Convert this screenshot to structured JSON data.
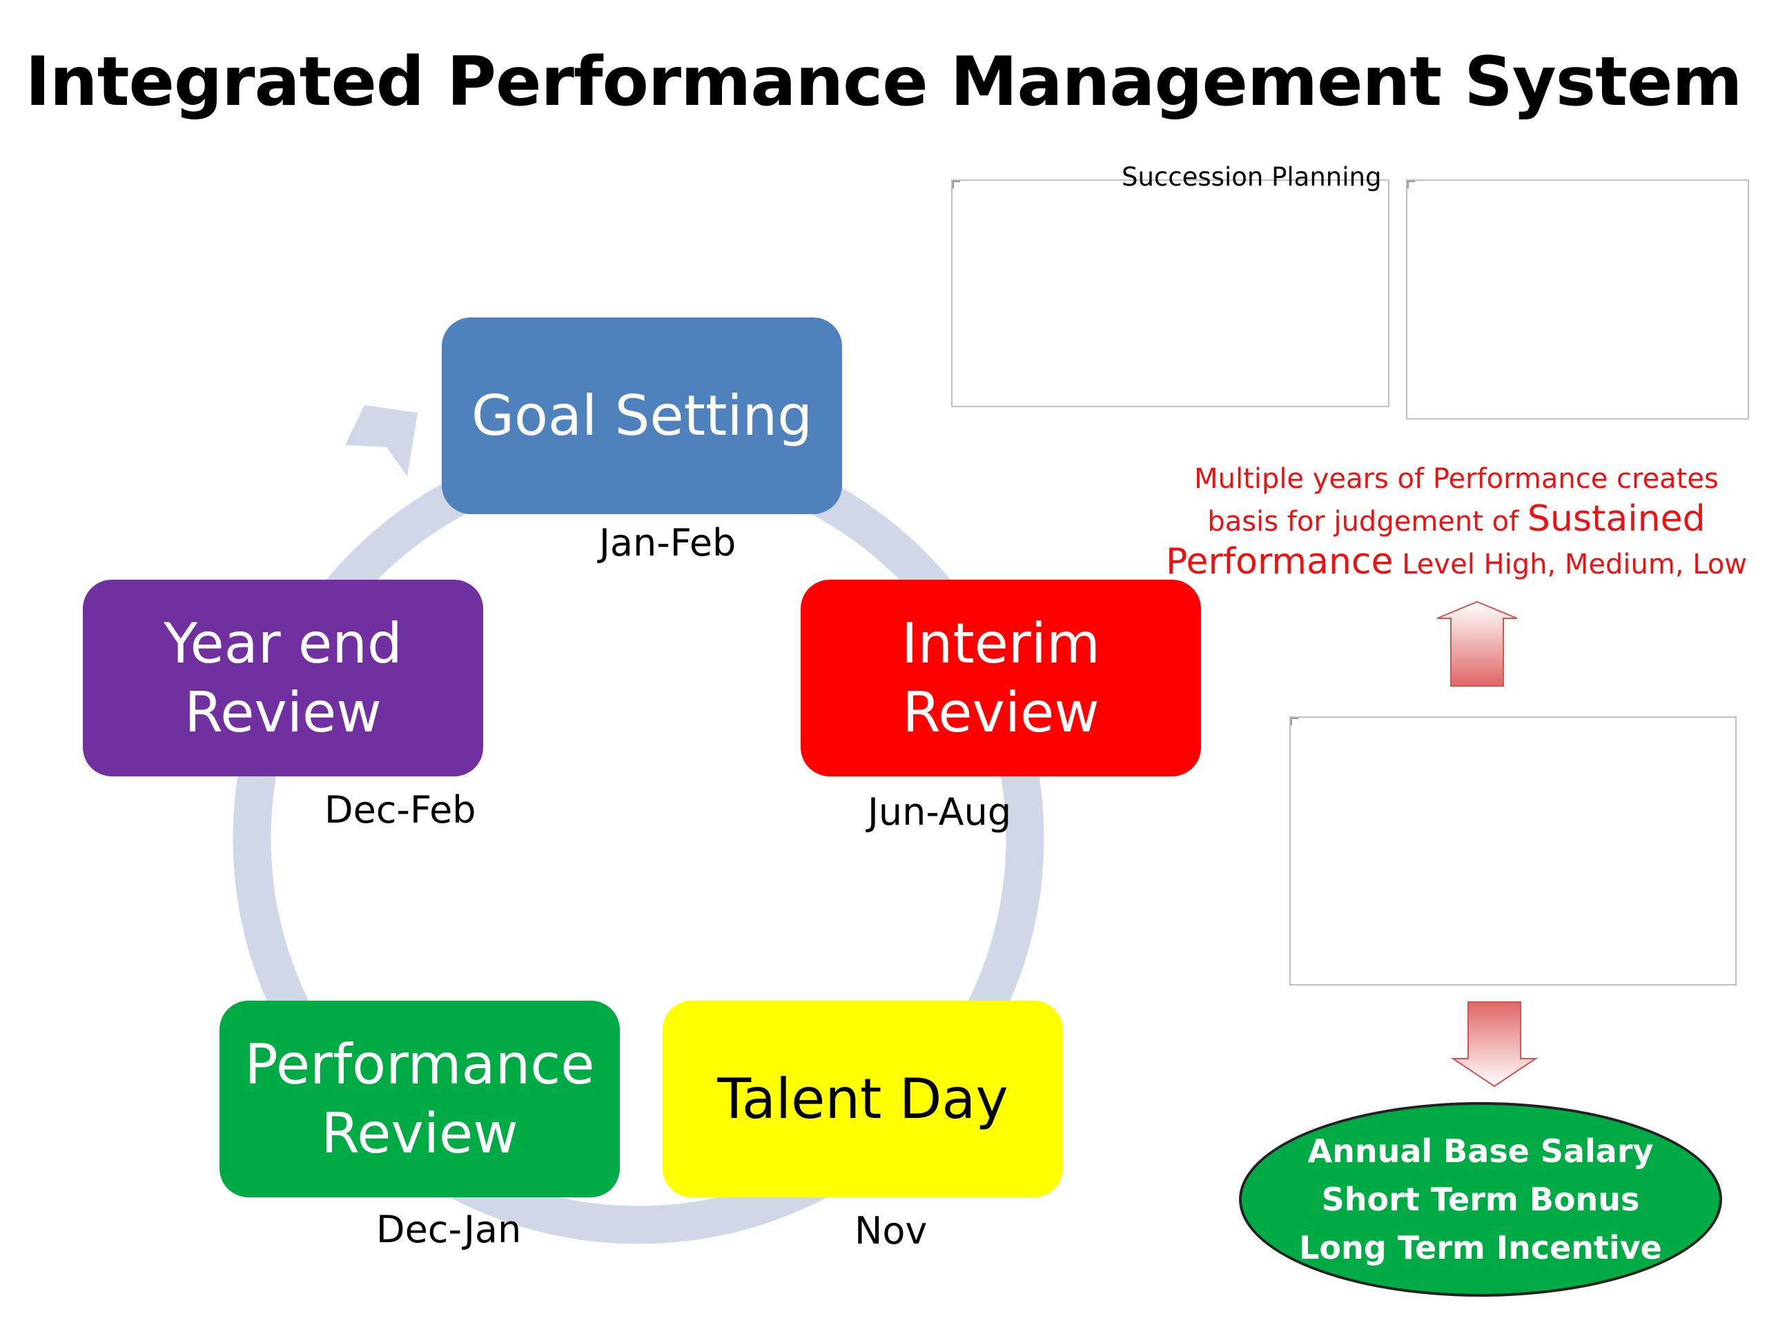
{
  "title": "Integrated Performance Management System",
  "cycle": {
    "ring_color": "#d0d8e8",
    "stages": [
      {
        "label": "Goal Setting",
        "period": "Jan-Feb",
        "color": "#4f81bd"
      },
      {
        "label": "Interim\nReview",
        "period": "Jun-Aug",
        "color": "#ff0000"
      },
      {
        "label": "Talent Day",
        "period": "Nov",
        "color": "#ffff00"
      },
      {
        "label": "Performance\nReview",
        "period": "Dec-Jan",
        "color": "#00aa44"
      },
      {
        "label": "Year end\nReview",
        "period": "Dec-Feb",
        "color": "#7030a0"
      }
    ]
  },
  "right_panel": {
    "succession_label": "Succession Planning",
    "note": {
      "line1": "Multiple years of Performance creates",
      "line2_a": "basis for judgement of ",
      "line2_b": "Sustained",
      "line3_a": "Performance",
      "line3_b": " Level High, Medium, Low",
      "color": "#ee1111"
    },
    "arrow_color": "#e06666",
    "compensation": {
      "line1": "Annual Base Salary",
      "line2": "Short Term Bonus",
      "line3": "Long Term Incentive",
      "color": "#00aa44"
    }
  }
}
